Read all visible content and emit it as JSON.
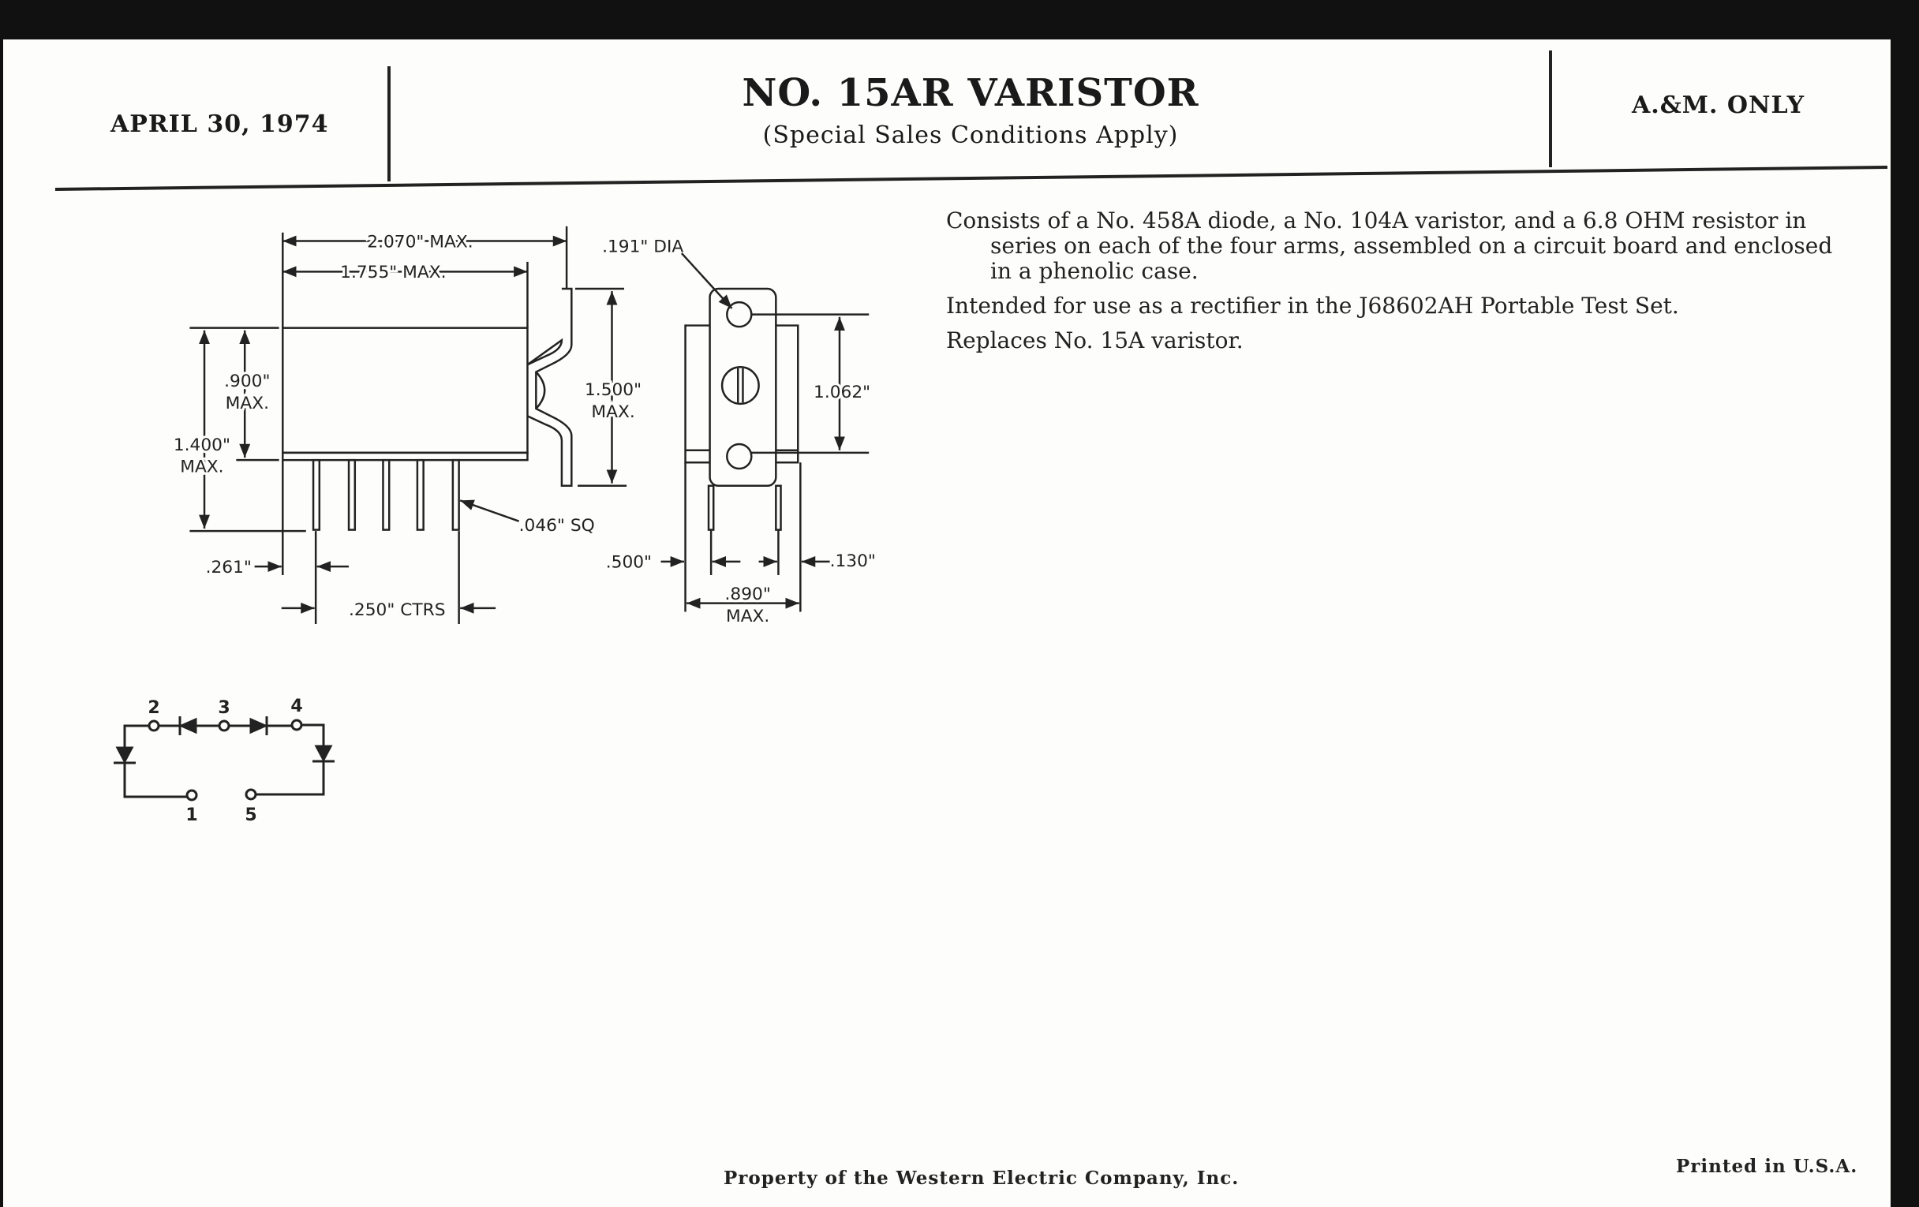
{
  "header": {
    "date": "APRIL 30, 1974",
    "title": "NO. 15AR VARISTOR",
    "subtitle": "(Special Sales Conditions Apply)",
    "restriction": "A.&M. ONLY"
  },
  "description": [
    "Consists of a No. 458A diode, a No. 104A varistor, and a 6.8 OHM resistor in series on each of the four arms, assembled on a circuit board and enclosed in a phenolic case.",
    "Intended for use as a rectifier in the J68602AH Portable Test Set.",
    "Replaces No. 15A varistor."
  ],
  "drawing": {
    "dim_2070": "2.070\" MAX.",
    "dim_1755": "1.755\" MAX.",
    "dim_900": ".900\"",
    "dim_900_max": "MAX.",
    "dim_1400": "1.400\"",
    "dim_1400_max": "MAX.",
    "dim_1500": "1.500\"",
    "dim_1500_max": "MAX.",
    "dim_046": ".046\" SQ",
    "dim_261": ".261\"",
    "dim_250": ".250\" CTRS",
    "dim_191": ".191\" DIA",
    "dim_1062": "1.062\"",
    "dim_500": ".500\"",
    "dim_130": ".130\"",
    "dim_890": ".890\"",
    "dim_890_max": "MAX."
  },
  "schematic": {
    "terminals": [
      "1",
      "2",
      "3",
      "4",
      "5"
    ]
  },
  "footer": {
    "property": "Property of the Western Electric Company, Inc.",
    "printed": "Printed in U.S.A."
  }
}
